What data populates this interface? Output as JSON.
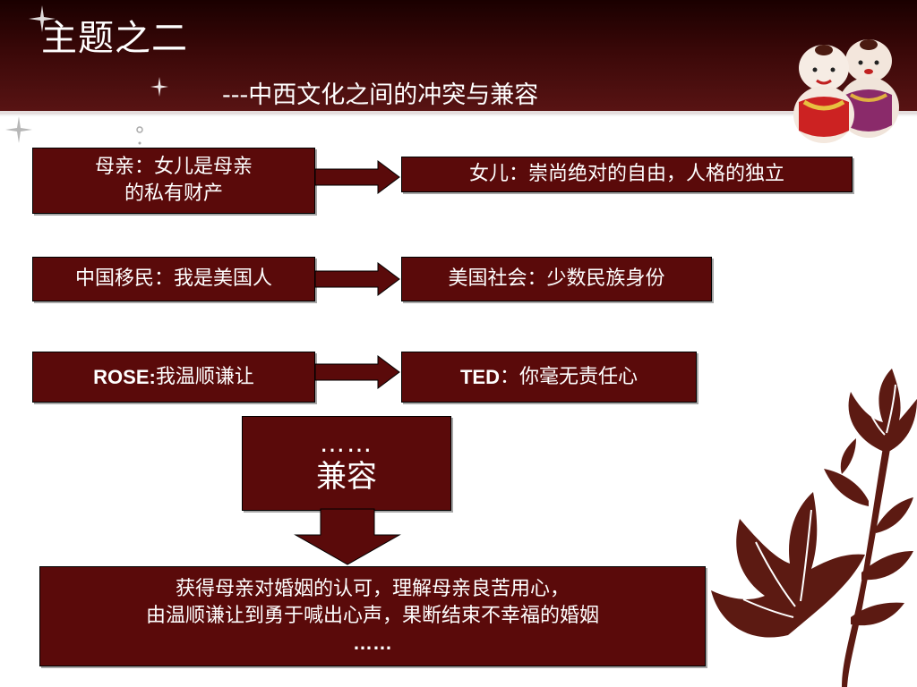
{
  "slide": {
    "title": "主题之二",
    "subtitle": "---中西文化之间的冲突与兼容"
  },
  "rows": [
    {
      "left_line1": "母亲：女儿是母亲",
      "left_line2": "的私有财产",
      "right": "女儿：崇尚绝对的自由，人格的独立"
    },
    {
      "left": "中国移民：我是美国人",
      "right": "美国社会：少数民族身份"
    },
    {
      "left_bold": "ROSE:",
      "left_rest": "我温顺谦让",
      "right_bold": "TED",
      "right_rest": "：你毫无责任心"
    }
  ],
  "center_box": {
    "dots": "……",
    "label": "兼容"
  },
  "conclusion": {
    "line1": "获得母亲对婚姻的认可，理解母亲良苦用心，",
    "line2": "由温顺谦让到勇于喊出心声，果断结束不幸福的婚姻",
    "line3": "……"
  },
  "colors": {
    "box_fill": "#5a0a0a",
    "header": "#3a0808",
    "flower": "#5c1a12"
  },
  "icons": [
    "sparkle-icon",
    "doll-pair-illustration",
    "flower-decoration"
  ]
}
